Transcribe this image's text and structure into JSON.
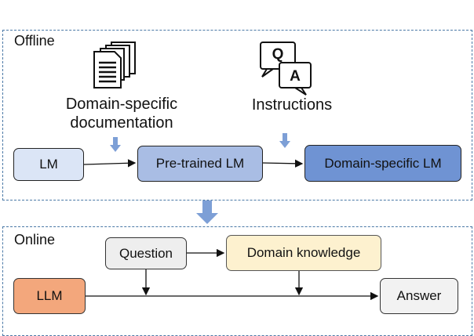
{
  "offline": {
    "label": "Offline",
    "documentation_label_line1": "Domain-specific",
    "documentation_label_line2": "documentation",
    "instructions_label": "Instructions",
    "qa_icon_q": "Q",
    "qa_icon_a": "A",
    "boxes": {
      "lm": "LM",
      "pretrained_lm": "Pre-trained LM",
      "domain_lm": "Domain-specific LM"
    }
  },
  "online": {
    "label": "Online",
    "boxes": {
      "question": "Question",
      "domain_knowledge": "Domain knowledge",
      "llm": "LLM",
      "answer": "Answer"
    }
  },
  "colors": {
    "section_border": "#4a78a6",
    "lm_fill": "#dbe5f6",
    "pretrained_fill": "#a9bde4",
    "domain_lm_fill": "#6f93d3",
    "question_fill": "#eeeeee",
    "domain_knowledge_fill": "#fdf1cf",
    "llm_fill": "#f3a77c",
    "answer_fill": "#f2f2f2",
    "down_arrow": "#7d9fd6"
  },
  "icons": [
    "documents-icon",
    "qa-chat-icon",
    "down-arrow-icon"
  ]
}
